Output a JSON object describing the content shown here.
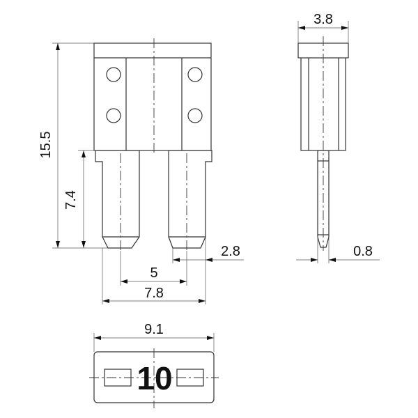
{
  "dimensions": {
    "overall_height": "15.5",
    "terminal_length": "7.4",
    "terminal_pitch": "5",
    "terminal_span": "7.8",
    "terminal_width": "2.8",
    "thickness": "3.8",
    "terminal_thickness": "0.8",
    "top_width": "9.1"
  },
  "rating_label": "10",
  "colors": {
    "line": "#333333",
    "text": "#111111"
  }
}
